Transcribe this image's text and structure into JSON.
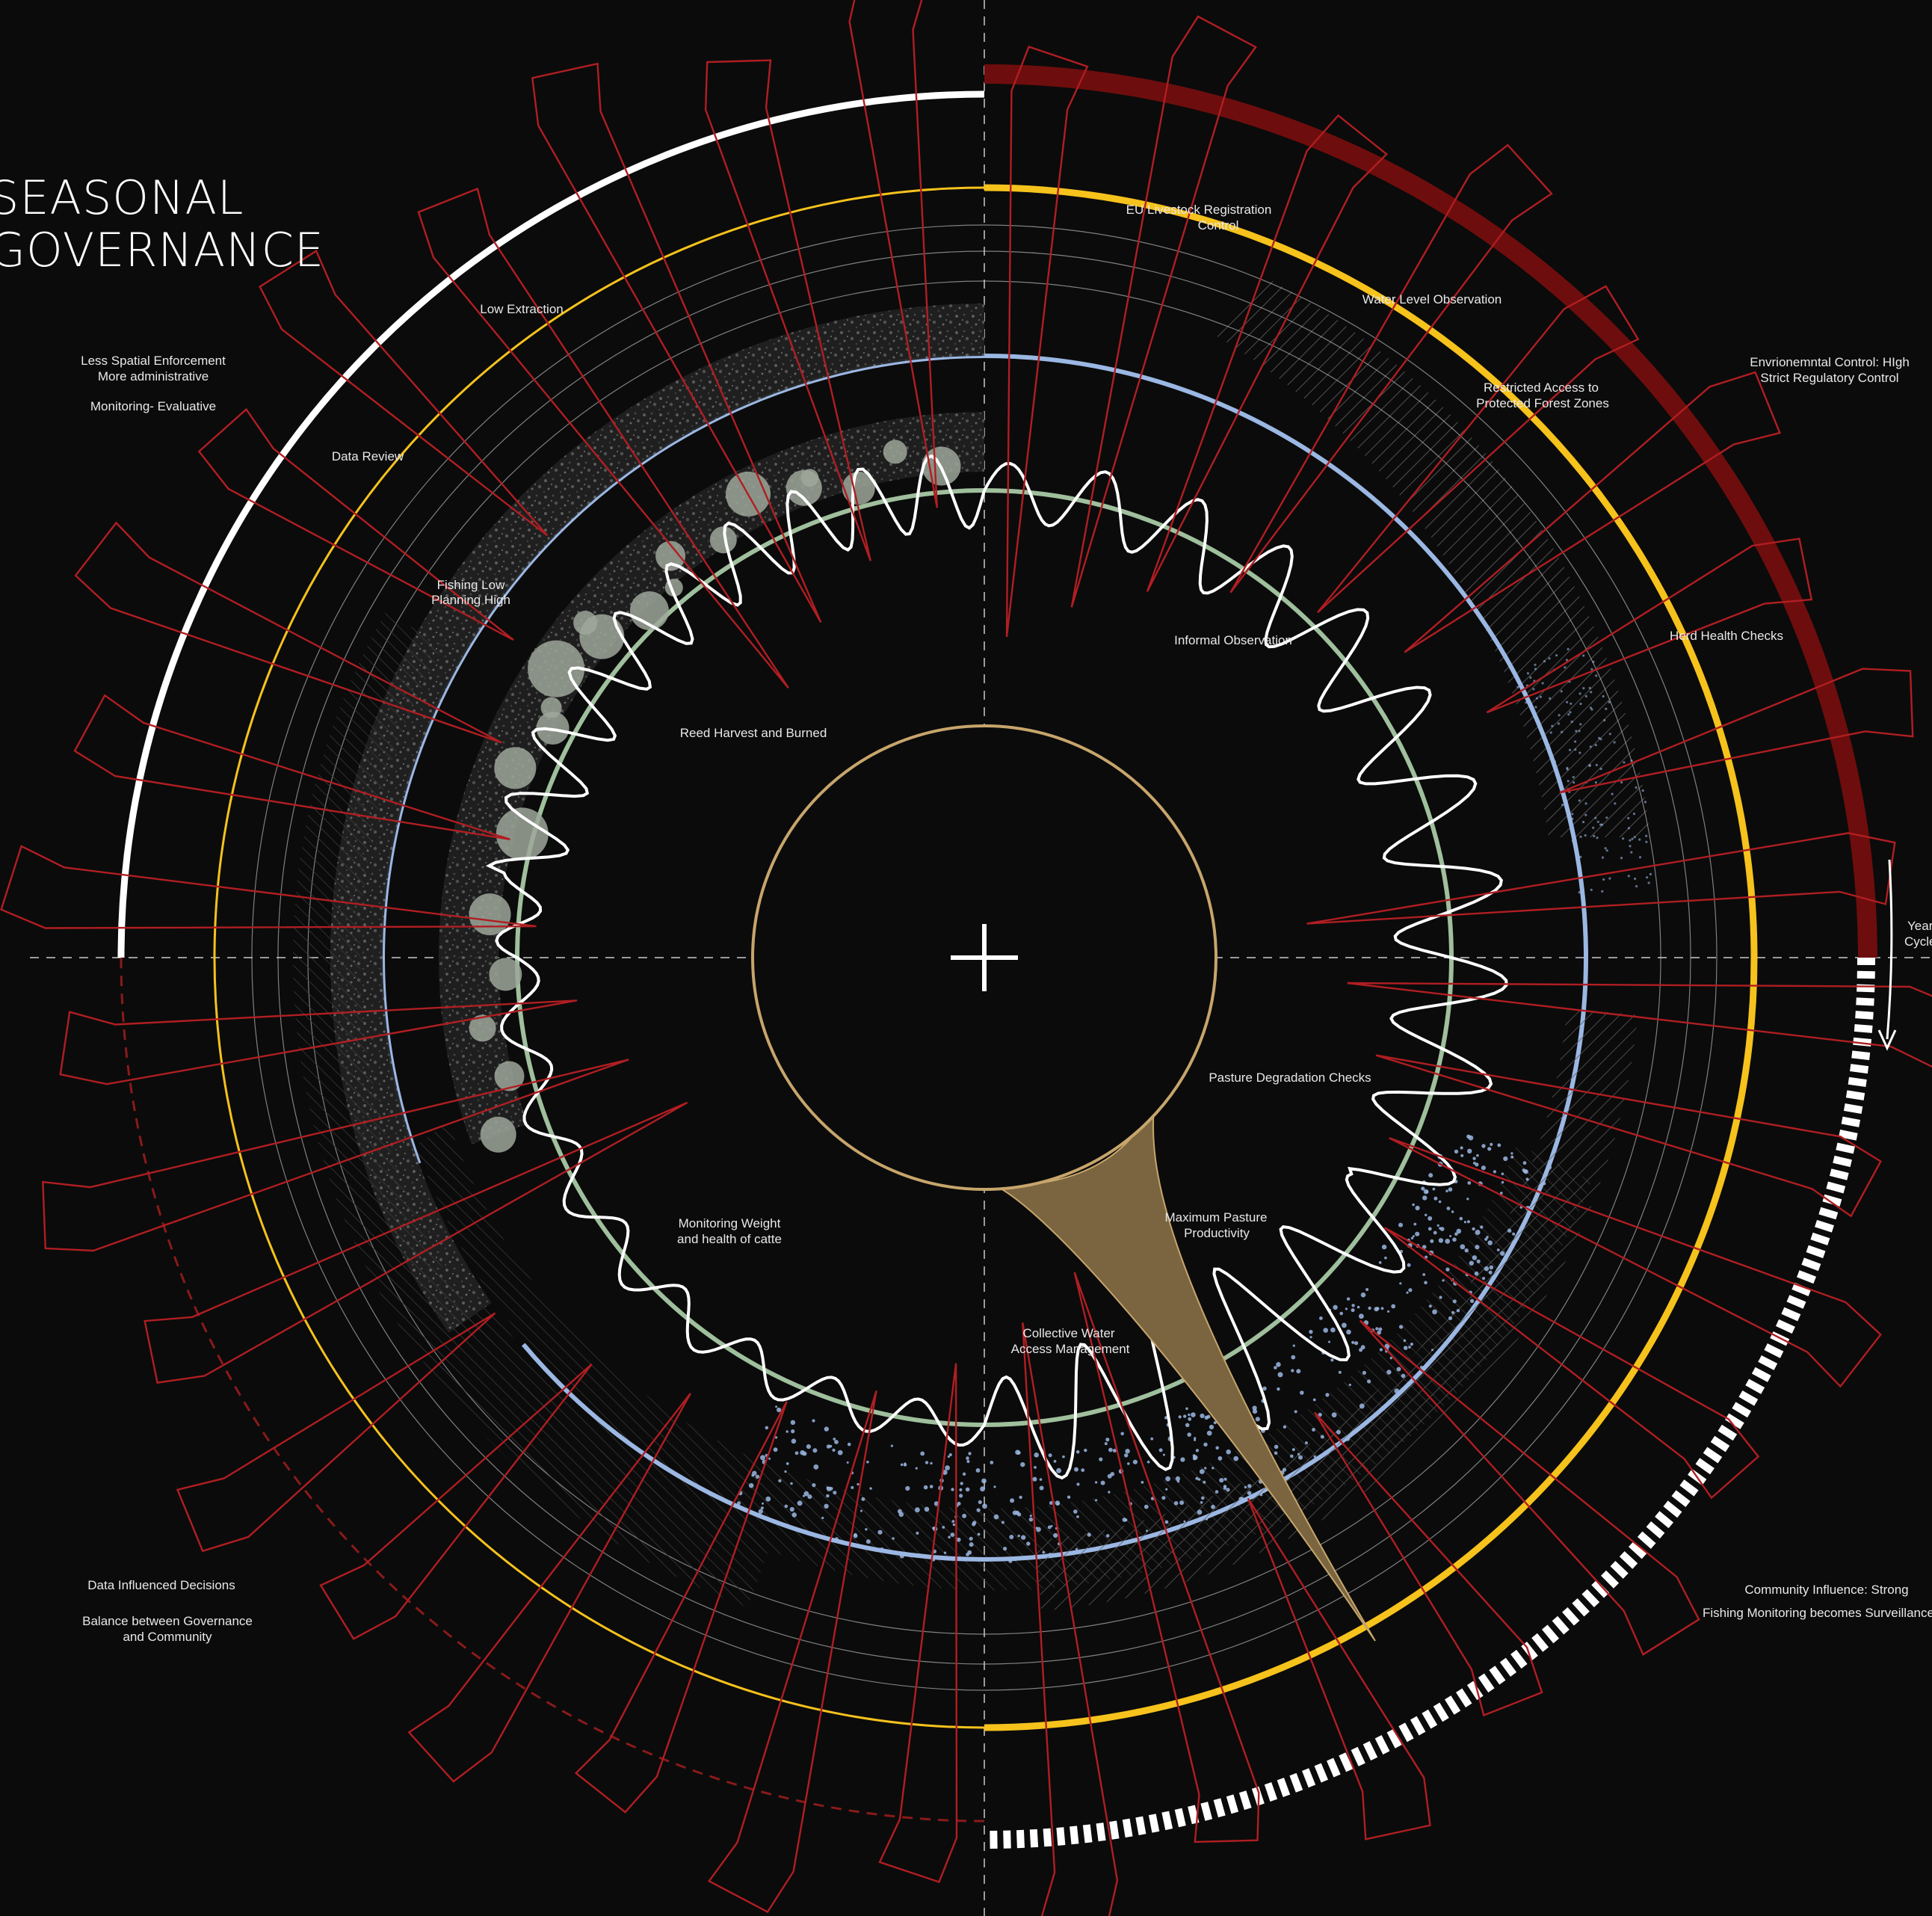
{
  "title": {
    "line1": "SEASONAL",
    "line2": "GOVERNANCE"
  },
  "colors": {
    "background": "#0b0b0b",
    "white_ring": "#ffffff",
    "dark_red_ring": "#6e0d0d",
    "yellow_ring": "#f6c21c",
    "blue_ring": "#9bb7e3",
    "green_ring": "#9fbf9d",
    "tan_core": "#c7a56b",
    "red_spikes": "#b01e22",
    "funnel_fill": "#7a6540"
  },
  "labels": {
    "less_spatial": "Less Spatial Enforcement",
    "more_admin": "More administrative",
    "monitoring_eval": "Monitoring- Evaluative",
    "low_extraction": "Low Extraction",
    "data_review": "Data Review",
    "fishing_low": "Fishing Low",
    "planning_high": "Planning High",
    "reed_harvest": "Reed Harvest and Burned",
    "eu_livestock_1": "EU Livestock Registration",
    "eu_livestock_2": "Control",
    "water_level": "Water Level Observation",
    "restricted_1": "Restricted Access to",
    "restricted_2": "Protected Forest Zones",
    "env_control_1": "Envrionemntal Control: HIgh",
    "env_control_2": "Strict Regulatory Control",
    "informal_obs": "Informal Observation",
    "herd_health": "Herd Health Checks",
    "year_cycle_1": "Year",
    "year_cycle_2": "Cycle",
    "pasture_degradation": "Pasture Degradation Checks",
    "max_pasture_1": "Maximum Pasture",
    "max_pasture_2": "Productivity",
    "monitoring_weight_1": "Monitoring Weight",
    "monitoring_weight_2": "and health of catte",
    "collective_water_1": "Collective Water",
    "collective_water_2": "Access Management",
    "data_influenced": "Data Influenced Decisions",
    "balance_1": "Balance between Governance",
    "balance_2": "and Community",
    "community_influence": "Community Influence: Strong",
    "fishing_surveillance": "Fishing Monitoring becomes Surveillance"
  }
}
